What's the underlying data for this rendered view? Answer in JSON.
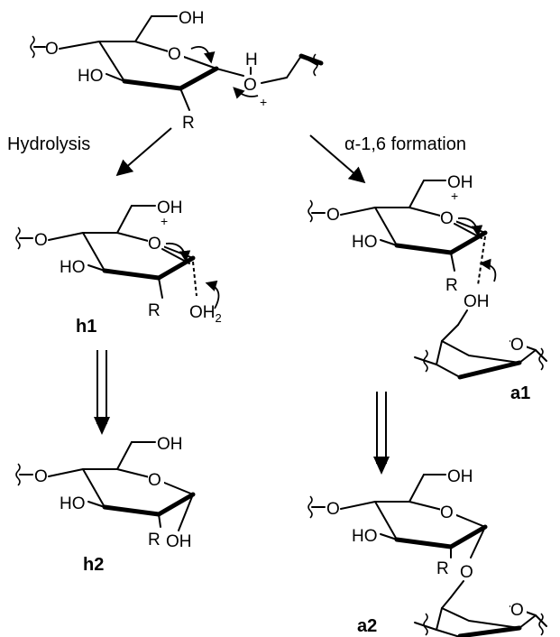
{
  "labels": {
    "hydrolysis": "Hydrolysis",
    "alpha_formation": "α-1,6 formation",
    "h1": "h1",
    "h2": "h2",
    "a1": "a1",
    "a2": "a2"
  },
  "atoms": {
    "OH": "OH",
    "HO": "HO",
    "O": "O",
    "H": "H",
    "R": "R",
    "plus": "+",
    "OH2_main": "OH",
    "OH2_sub": "2"
  }
}
